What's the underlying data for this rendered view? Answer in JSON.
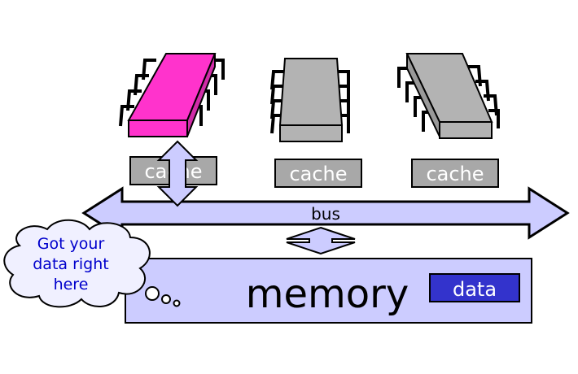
{
  "processors": [
    {
      "color": "#ff33cc",
      "cache_label": "cache"
    },
    {
      "color": "#b3b3b3",
      "cache_label": "cache"
    },
    {
      "color": "#b3b3b3",
      "cache_label": "cache"
    }
  ],
  "bus": {
    "label": "bus",
    "color": "#ccccff"
  },
  "memory": {
    "label": "memory",
    "color": "#ccccff",
    "data_label": "data",
    "data_color": "#3333cc"
  },
  "thought_bubble": {
    "lines": [
      "Got your",
      "data right",
      "here"
    ],
    "text_color": "#0000cc",
    "fill": "#f0f0ff"
  },
  "colors": {
    "cache_fill": "#a8a8a8",
    "arrow_fill": "#ccccff",
    "stroke": "#000000"
  }
}
